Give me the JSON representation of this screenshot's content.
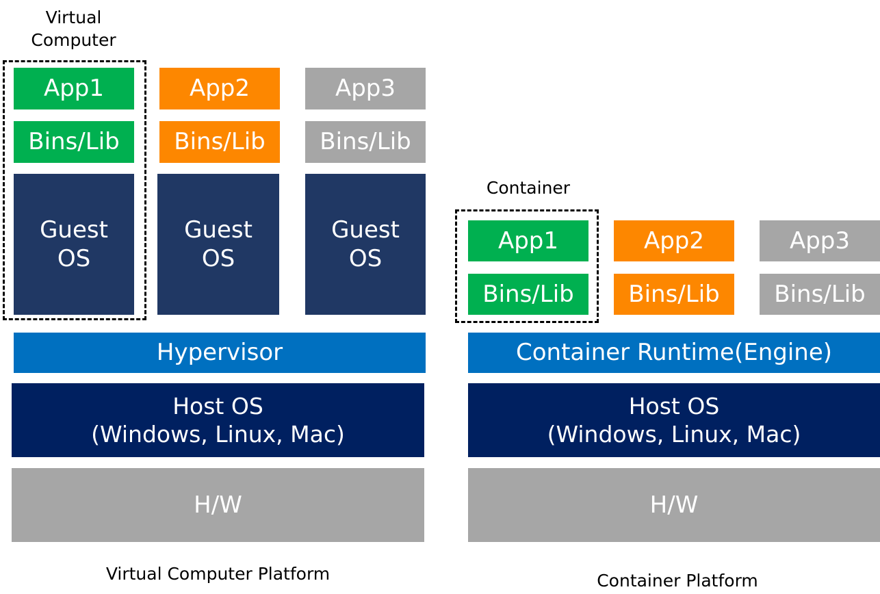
{
  "left": {
    "virtual_computer_label": "Virtual\nComputer",
    "apps": [
      "App1",
      "App2",
      "App3"
    ],
    "bins": [
      "Bins/Lib",
      "Bins/Lib",
      "Bins/Lib"
    ],
    "guest_os": [
      "Guest\nOS",
      "Guest\nOS",
      "Guest\nOS"
    ],
    "hypervisor": "Hypervisor",
    "host_os": "Host OS\n(Windows, Linux, Mac)",
    "hw": "H/W",
    "caption": "Virtual Computer Platform"
  },
  "right": {
    "container_label": "Container",
    "apps": [
      "App1",
      "App2",
      "App3"
    ],
    "bins": [
      "Bins/Lib",
      "Bins/Lib",
      "Bins/Lib"
    ],
    "runtime": "Container Runtime(Engine)",
    "host_os": "Host OS\n(Windows, Linux, Mac)",
    "hw": "H/W",
    "caption": "Container Platform"
  },
  "colors": {
    "app1": "#00b050",
    "app2": "#fd8700",
    "app3": "#a6a6a6",
    "guest_os": "#203864",
    "runtime": "#0070c0",
    "host_os": "#002060",
    "hw": "#a6a6a6"
  }
}
